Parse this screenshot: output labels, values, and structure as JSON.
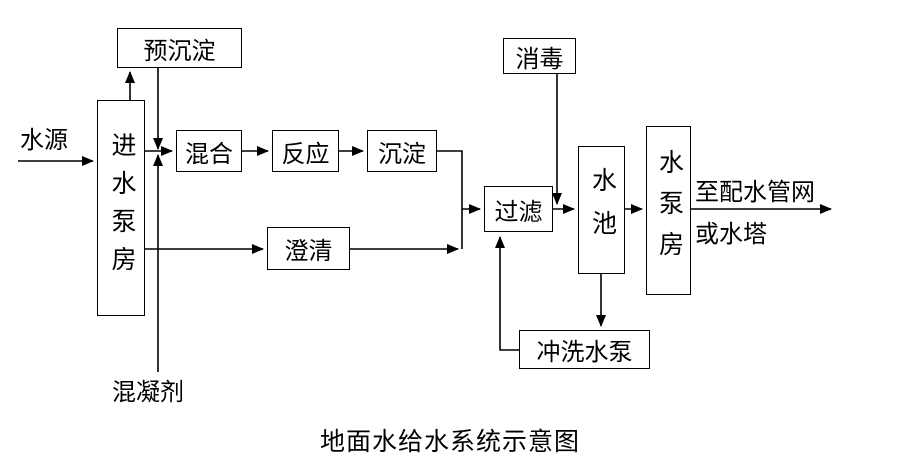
{
  "title": "地面水给水系统示意图",
  "labels": {
    "source": "水源",
    "coagulant": "混凝剂",
    "outlet_line1": "至配水管网",
    "outlet_line2": "或水塔"
  },
  "nodes": {
    "pre_sedimentation": "预沉淀",
    "intake_pump_house": "进水泵房",
    "mixing": "混合",
    "reaction": "反应",
    "sedimentation": "沉淀",
    "clarification": "澄清",
    "disinfection": "消毒",
    "filtration": "过滤",
    "water_tank": "水池",
    "pump_house": "水泵房",
    "flush_pump": "冲洗水泵"
  },
  "colors": {
    "line": "#000000",
    "box_border": "#000000",
    "background": "#ffffff"
  }
}
